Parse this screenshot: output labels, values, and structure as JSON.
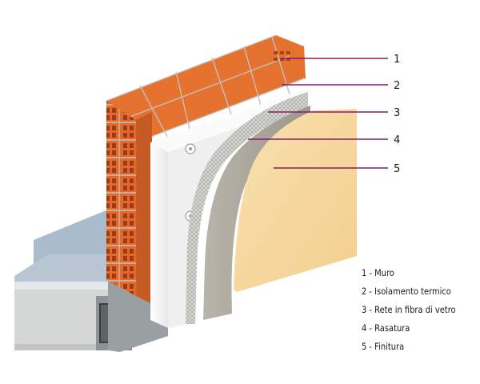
{
  "callouts": [
    {
      "number": "1",
      "label": "1 - Muro"
    },
    {
      "number": "2",
      "label": "2 - Isolamento termico"
    },
    {
      "number": "3",
      "label": "3 - Rete in fibra di vetro"
    },
    {
      "number": "4",
      "label": "4 - Rasatura"
    },
    {
      "number": "5",
      "label": "5 - Finitura"
    }
  ],
  "colors": {
    "brick": "#e2692c",
    "brick_dark": "#b5461a",
    "insulation": "#f2f3f2",
    "mesh": "#c9c9c5",
    "plaster": "#a9a49b",
    "finish": "#f7d9a0",
    "callout_line": "#8a1a6a",
    "floor_tile": "#a9bccb",
    "concrete": "#9aa0a2"
  },
  "icons": [
    "dowel-icon"
  ]
}
